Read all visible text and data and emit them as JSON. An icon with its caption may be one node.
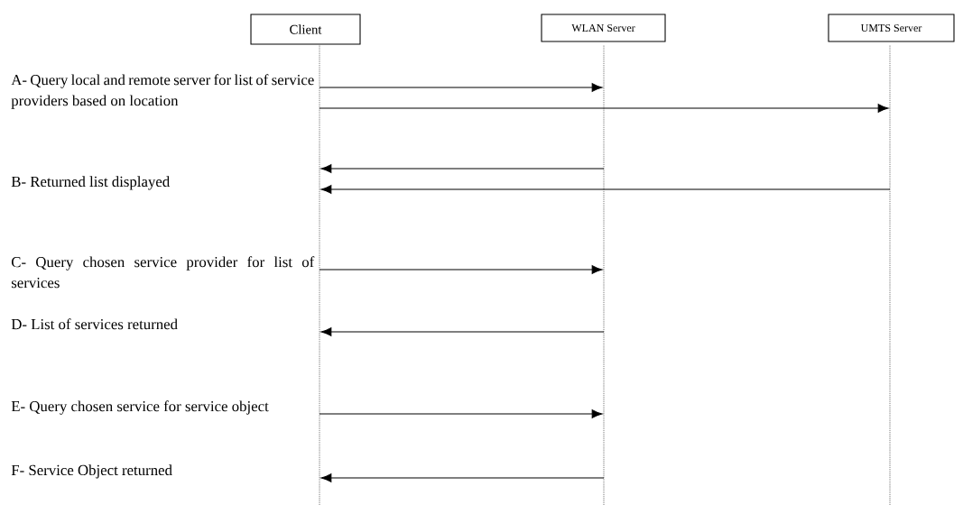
{
  "diagram": {
    "nodes": [
      {
        "text": [
          "Client"
        ]
      },
      {
        "text": [
          "WLAN Server"
        ]
      },
      {
        "text": [
          "UMTS Server"
        ]
      },
      {
        "text": [],
        "shape": "lifeline"
      },
      {
        "text": [],
        "shape": "lifeline"
      },
      {
        "text": [],
        "shape": "lifeline"
      }
    ],
    "edges": [
      {
        "from": 3,
        "to": 4,
        "arrow": "to"
      },
      {
        "from": 3,
        "to": 5,
        "arrow": "to"
      },
      {
        "from": 4,
        "to": 3,
        "arrow": "to"
      },
      {
        "from": 5,
        "to": 3,
        "arrow": "to"
      },
      {
        "from": 3,
        "to": 4,
        "arrow": "to"
      },
      {
        "from": 4,
        "to": 3,
        "arrow": "to"
      },
      {
        "from": 3,
        "to": 4,
        "arrow": "to"
      },
      {
        "from": 4,
        "to": 3,
        "arrow": "to"
      }
    ],
    "labels": [
      "A- Query local and remote server for list of service providers based on location",
      "B- Returned list displayed",
      "C- Query chosen service provider for list of services",
      "D- List of services returned",
      "E- Query chosen service for service object",
      "F- Service Object returned"
    ]
  }
}
